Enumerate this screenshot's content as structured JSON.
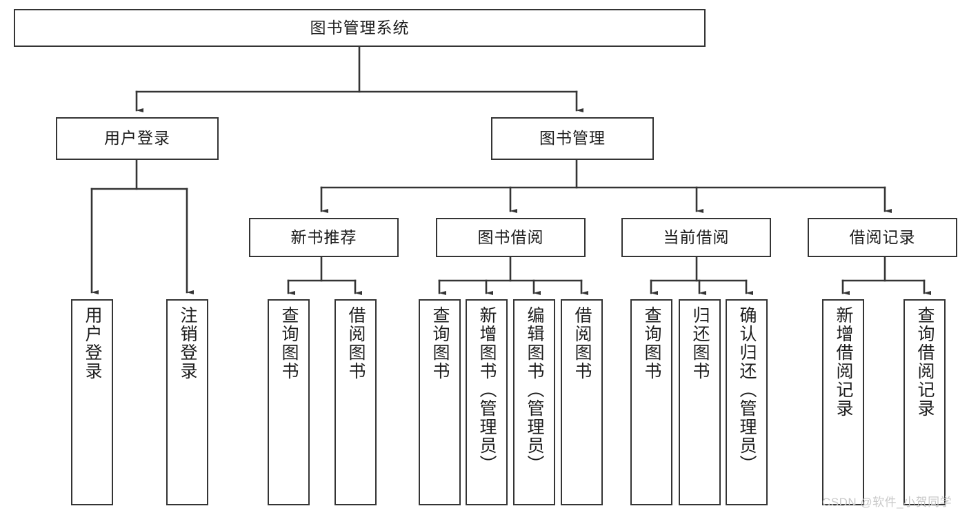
{
  "diagram": {
    "title": "图书管理系统",
    "type": "tree-hierarchy-chart",
    "colors": {
      "box_border": "#343434",
      "box_fill": "#ffffff",
      "edge": "#343434",
      "text": "#1d1d1d",
      "watermark": "#c9c9c9",
      "background": "#ffffff"
    },
    "nodes": {
      "root": {
        "label": "图书管理系统"
      },
      "level1": [
        {
          "id": "user-login",
          "label": "用户登录"
        },
        {
          "id": "book-management",
          "label": "图书管理"
        }
      ],
      "level2": [
        {
          "id": "new-book-recommend",
          "label": "新书推荐"
        },
        {
          "id": "book-borrow",
          "label": "图书借阅"
        },
        {
          "id": "current-borrow",
          "label": "当前借阅"
        },
        {
          "id": "borrow-record",
          "label": "借阅记录"
        }
      ],
      "leaves": {
        "user_login": [
          {
            "id": "leaf-user-login",
            "label": "用户登录"
          },
          {
            "id": "leaf-logout-login",
            "label": "注销登录"
          }
        ],
        "new_book_recommend": [
          {
            "id": "leaf-query-book-1",
            "label": "查询图书"
          },
          {
            "id": "leaf-borrow-book-1",
            "label": "借阅图书"
          }
        ],
        "book_borrow": [
          {
            "id": "leaf-query-book-2",
            "label": "查询图书"
          },
          {
            "id": "leaf-add-book-admin",
            "label": "新增图书（管理员）"
          },
          {
            "id": "leaf-edit-book-admin",
            "label": "编辑图书（管理员）"
          },
          {
            "id": "leaf-borrow-book-2",
            "label": "借阅图书"
          }
        ],
        "current_borrow": [
          {
            "id": "leaf-query-book-3",
            "label": "查询图书"
          },
          {
            "id": "leaf-return-book",
            "label": "归还图书"
          },
          {
            "id": "leaf-confirm-return-admin",
            "label": "确认归还（管理员）"
          }
        ],
        "borrow_record": [
          {
            "id": "leaf-add-borrow-record",
            "label": "新增借阅记录"
          },
          {
            "id": "leaf-query-borrow-record",
            "label": "查询借阅记录"
          }
        ]
      }
    },
    "watermark": "CSDN @软件_小贺同学"
  }
}
